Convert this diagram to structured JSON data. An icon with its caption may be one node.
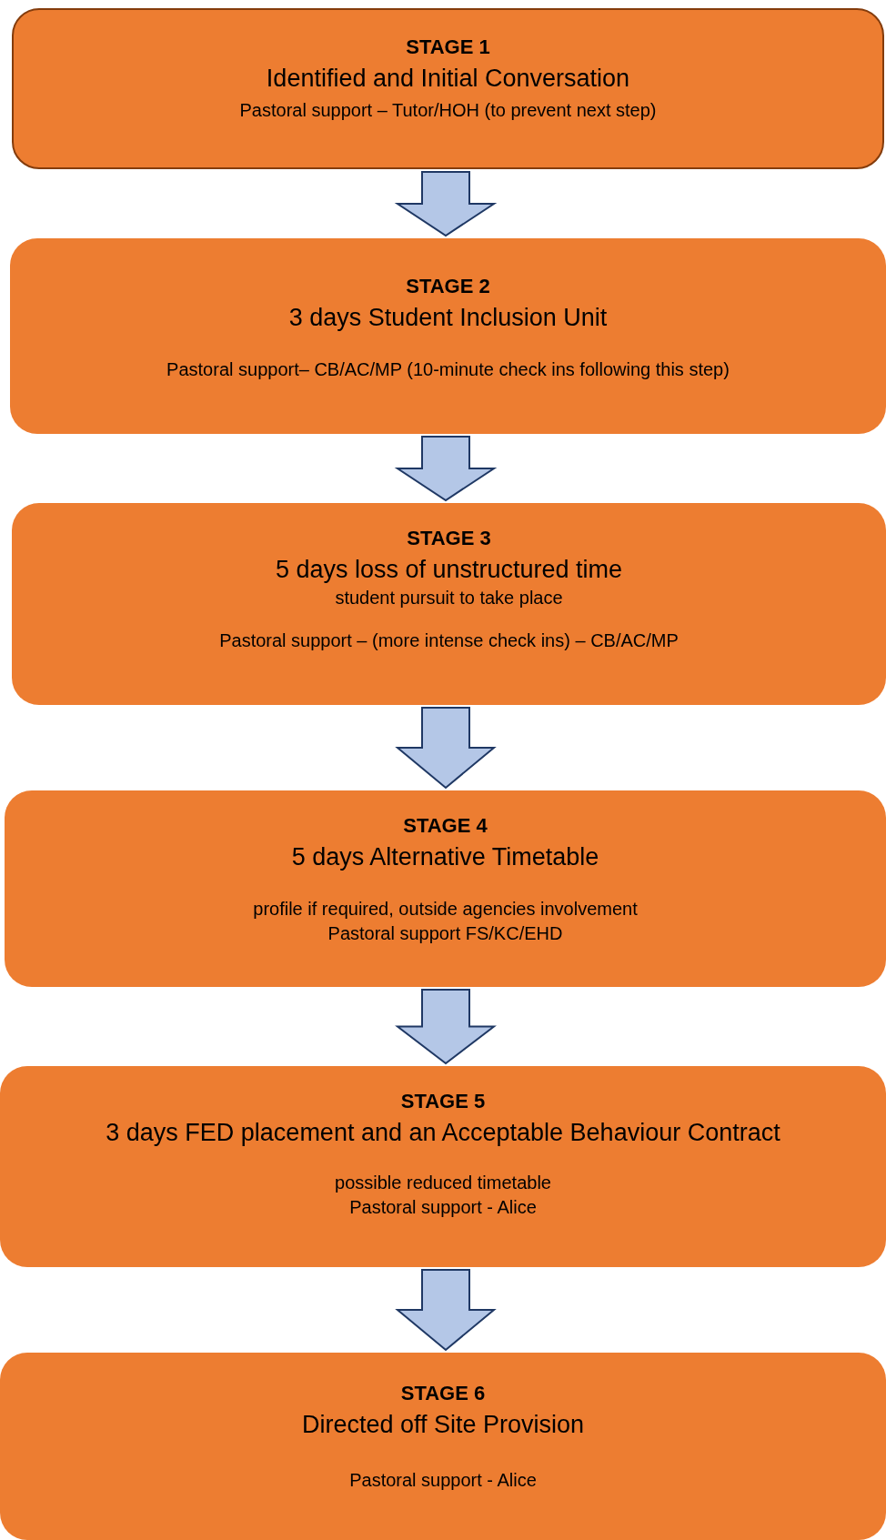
{
  "diagram": {
    "nodes": [
      {
        "text": [
          "STAGE 1",
          "Identified and Initial Conversation",
          "Pastoral support – Tutor/HOH (to prevent next step)"
        ]
      },
      {
        "text": [
          "STAGE 2",
          "3 days Student Inclusion Unit",
          "Pastoral support– CB/AC/MP (10-minute check ins following this step)"
        ]
      },
      {
        "text": [
          "STAGE 3",
          "5 days loss of unstructured time",
          "student pursuit to take place",
          "Pastoral support – (more intense check ins) – CB/AC/MP"
        ]
      },
      {
        "text": [
          "STAGE 4",
          "5 days Alternative Timetable",
          "profile if required, outside agencies involvement",
          "Pastoral support FS/KC/EHD"
        ]
      },
      {
        "text": [
          "STAGE 5",
          "3 days FED placement and an Acceptable Behaviour Contract",
          "possible reduced timetable",
          "Pastoral support - Alice"
        ]
      },
      {
        "text": [
          "STAGE 6",
          "Directed off Site Provision",
          "Pastoral support - Alice"
        ]
      }
    ],
    "edges": [
      {
        "from": 0,
        "to": 1,
        "arrow": "to"
      },
      {
        "from": 1,
        "to": 2,
        "arrow": "to"
      },
      {
        "from": 2,
        "to": 3,
        "arrow": "to"
      },
      {
        "from": 3,
        "to": 4,
        "arrow": "to"
      },
      {
        "from": 4,
        "to": 5,
        "arrow": "to"
      }
    ]
  }
}
